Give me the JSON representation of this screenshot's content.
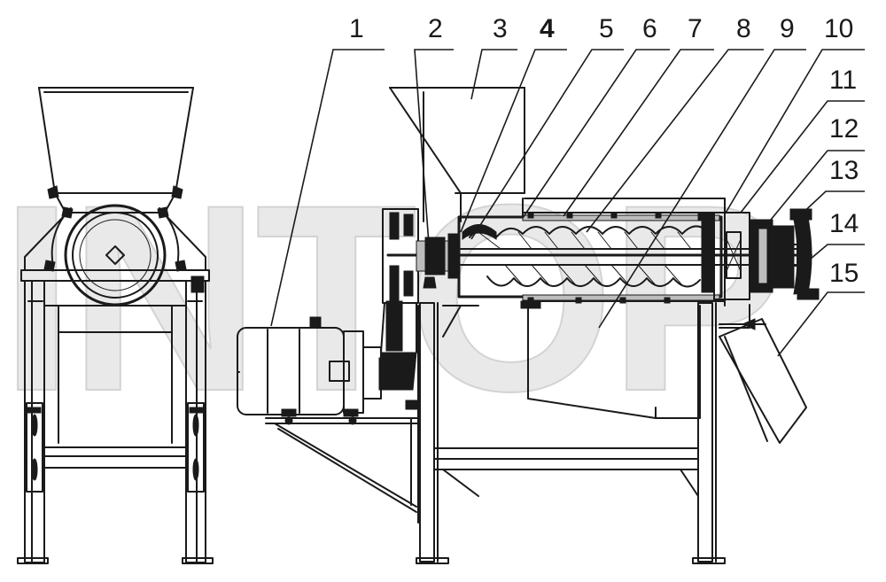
{
  "watermark": {
    "text": "INTOP"
  },
  "callouts": [
    {
      "label": "1"
    },
    {
      "label": "2"
    },
    {
      "label": "3"
    },
    {
      "label": "4"
    },
    {
      "label": "5"
    },
    {
      "label": "6"
    },
    {
      "label": "7"
    },
    {
      "label": "8"
    },
    {
      "label": "9"
    },
    {
      "label": "10"
    },
    {
      "label": "11"
    },
    {
      "label": "12"
    },
    {
      "label": "13"
    },
    {
      "label": "14"
    },
    {
      "label": "15"
    }
  ],
  "colors": {
    "line": "#1a1a1a",
    "watermark_fill": "#e9e9e9",
    "background": "#ffffff"
  }
}
